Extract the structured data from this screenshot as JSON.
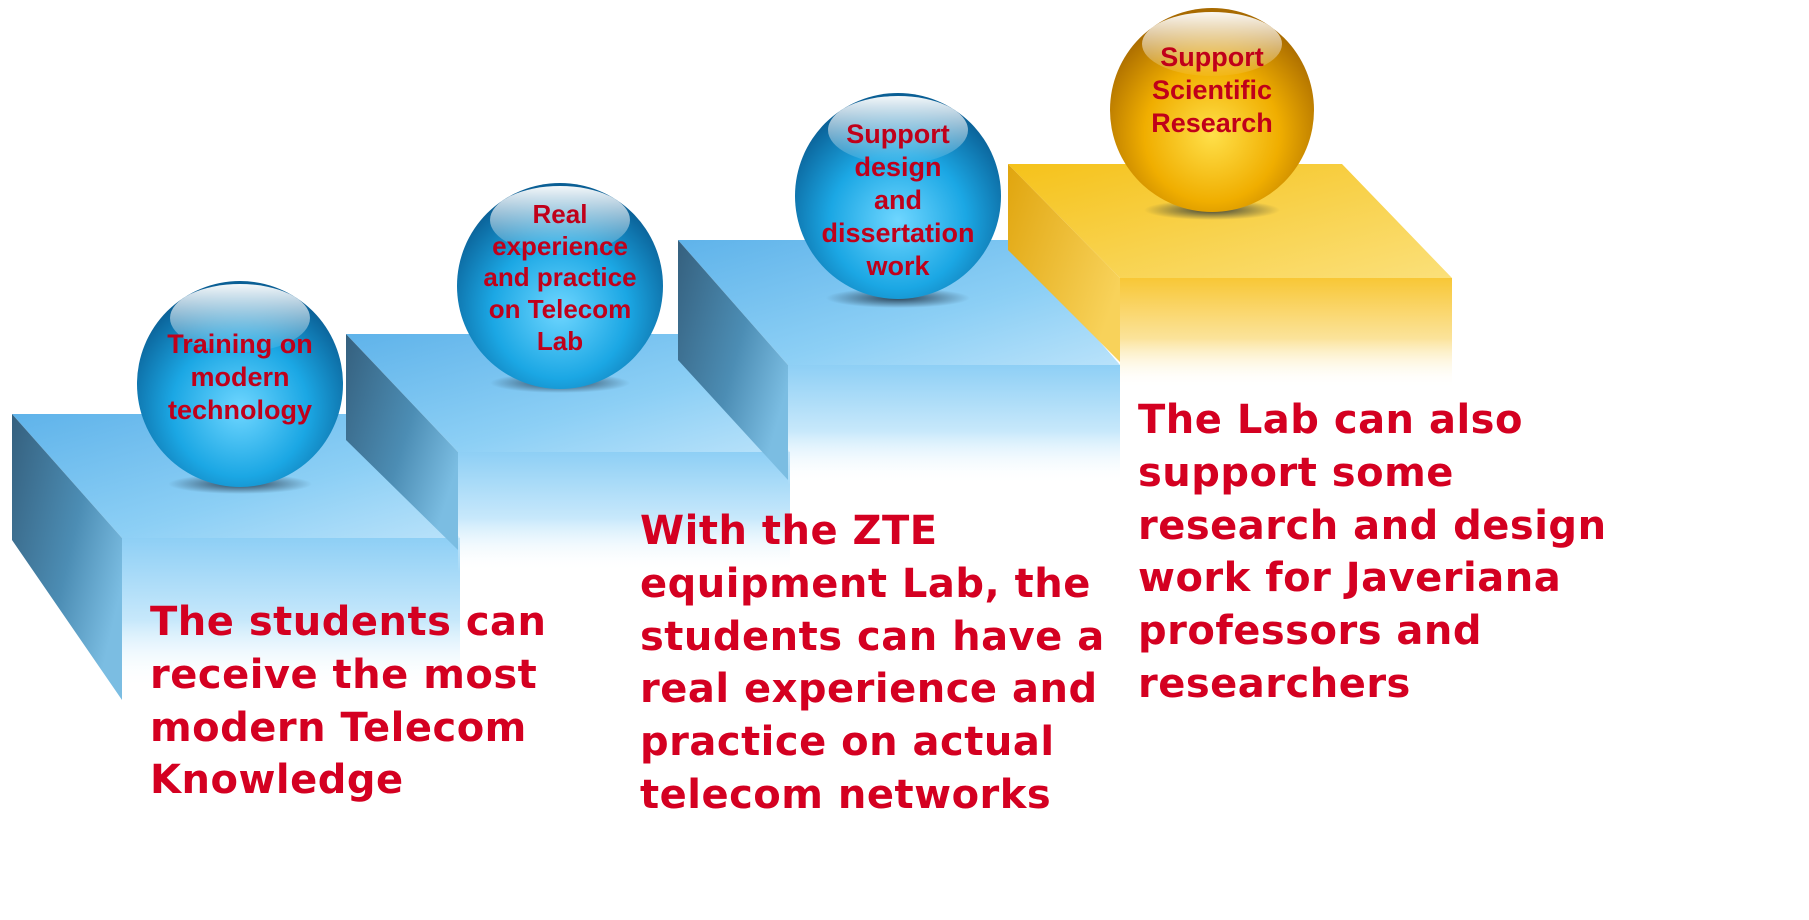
{
  "diagram": {
    "steps": [
      {
        "id": "step-1",
        "sphere_label": "Training on\nmodern\ntechnology",
        "sphere_color": "blue",
        "description": "The students can\nreceive the most\nmodern Telecom\nKnowledge"
      },
      {
        "id": "step-2",
        "sphere_label": "Real\nexperience\nand practice\non Telecom\nLab",
        "sphere_color": "blue",
        "description": ""
      },
      {
        "id": "step-3",
        "sphere_label": "Support\ndesign\nand\ndissertation\nwork",
        "sphere_color": "blue",
        "description": "With the ZTE\nequipment Lab, the\nstudents can have a\nreal experience and\npractice on actual\ntelecom networks"
      },
      {
        "id": "step-4",
        "sphere_label": "Support\nScientific\nResearch",
        "sphere_color": "gold",
        "description": "The Lab can also\nsupport some\nresearch and design\nwork for Javeriana\nprofessors and\nresearchers"
      }
    ],
    "colors": {
      "text": "#c0001a",
      "blue_step": "#7cc4ee",
      "blue_sphere": "#1aa3e0",
      "gold_step": "#f7c51c",
      "gold_sphere": "#e8a300"
    }
  }
}
